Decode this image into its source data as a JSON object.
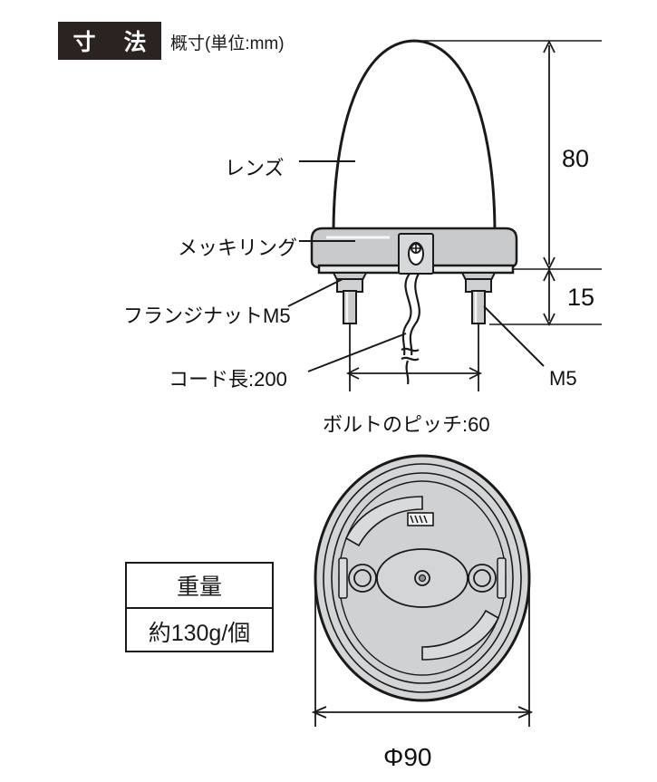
{
  "header": {
    "badge_title": "寸 法",
    "note": "概寸(単位:mm)"
  },
  "callouts": {
    "lens": "レンズ",
    "plating_ring": "メッキリング",
    "flange_nut": "フランジナットM5",
    "cord_length": "コード長:200",
    "bolt_pitch": "ボルトのピッチ:60",
    "bolt_thread": "M5"
  },
  "dimensions": {
    "body_height": "80",
    "bolt_length": "15",
    "diameter": "Φ90"
  },
  "weight_table": {
    "header": "重量",
    "value": "約130g/個"
  },
  "colors": {
    "badge_bg": "#2b2320",
    "line": "#1a1a1a",
    "ring_gray": "#c9cacc",
    "plate_gray": "#d4d5d6",
    "metal_gray": "#bfc1c3"
  },
  "icons": {
    "screw": "screw-icon",
    "logo": "brand-logo-icon"
  }
}
